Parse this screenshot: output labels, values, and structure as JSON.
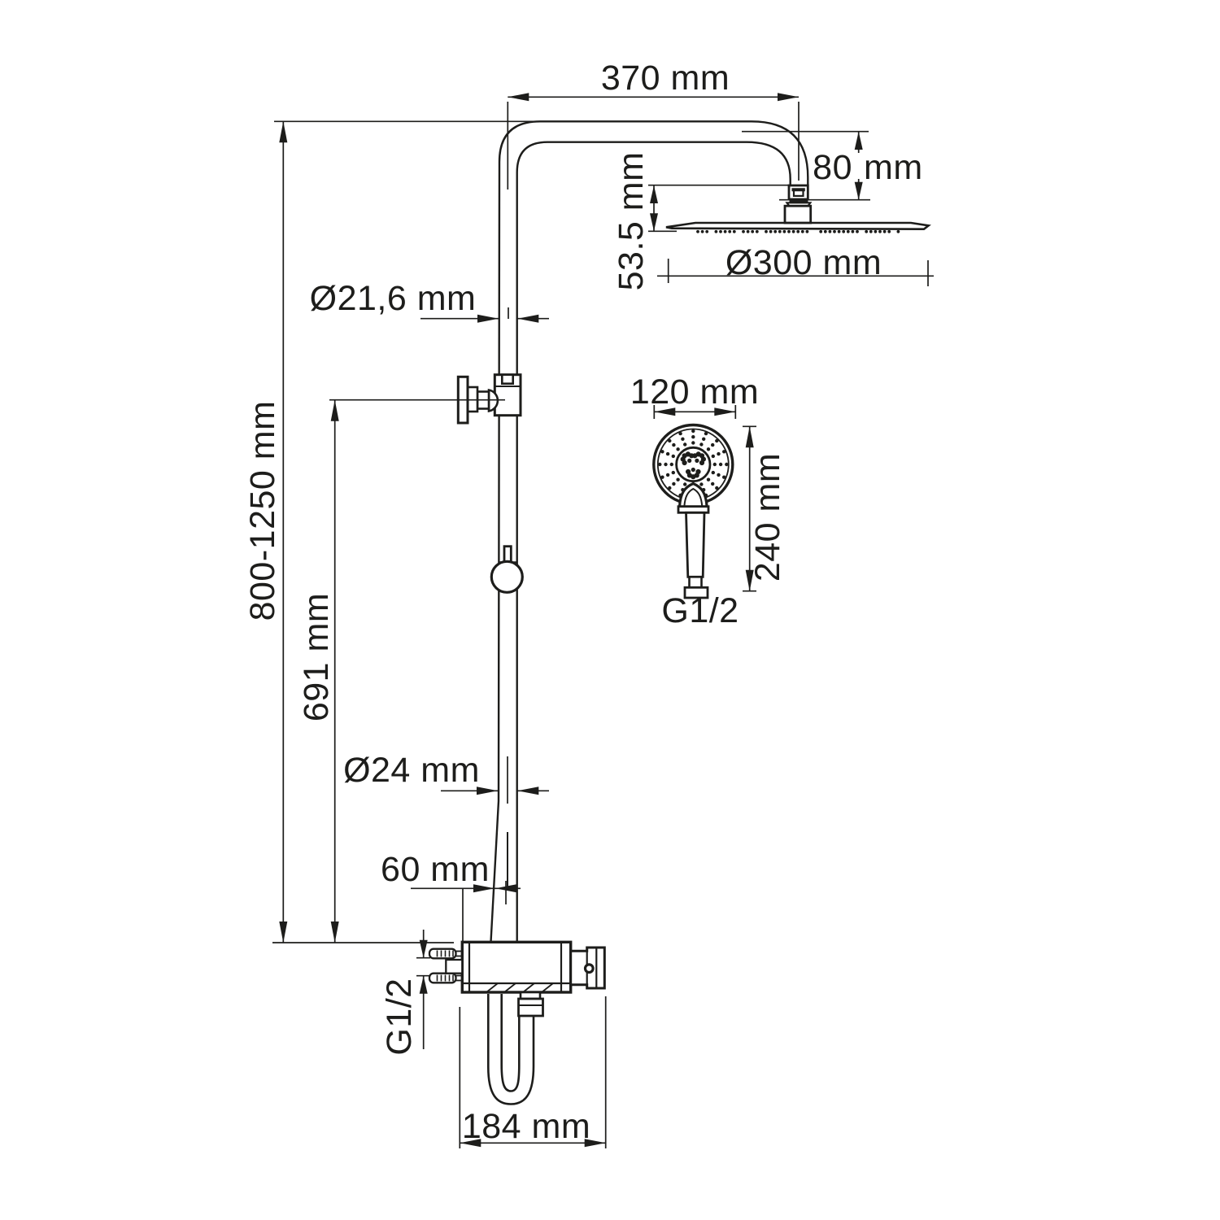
{
  "diagram": {
    "title": "shower-system-dimension-drawing",
    "colors": {
      "line": "#1d1d1b",
      "background": "#ffffff"
    },
    "labels": {
      "arm_length": "370 mm",
      "head_offset_value": "80",
      "head_offset_unit": "mm",
      "head_drop": "53.5 mm",
      "head_diameter": "Ø300 mm",
      "upper_pipe_diameter": "Ø21,6 mm",
      "lower_pipe_diameter": "Ø24 mm",
      "height_range": "800-1250 mm",
      "bracket_height": "691 mm",
      "valve_offset": "60 mm",
      "valve_inlet_thread": "G1/2",
      "valve_width": "184 mm",
      "handshower_diameter": "120 mm",
      "handshower_length": "240 mm",
      "handshower_thread": "G1/2"
    }
  }
}
